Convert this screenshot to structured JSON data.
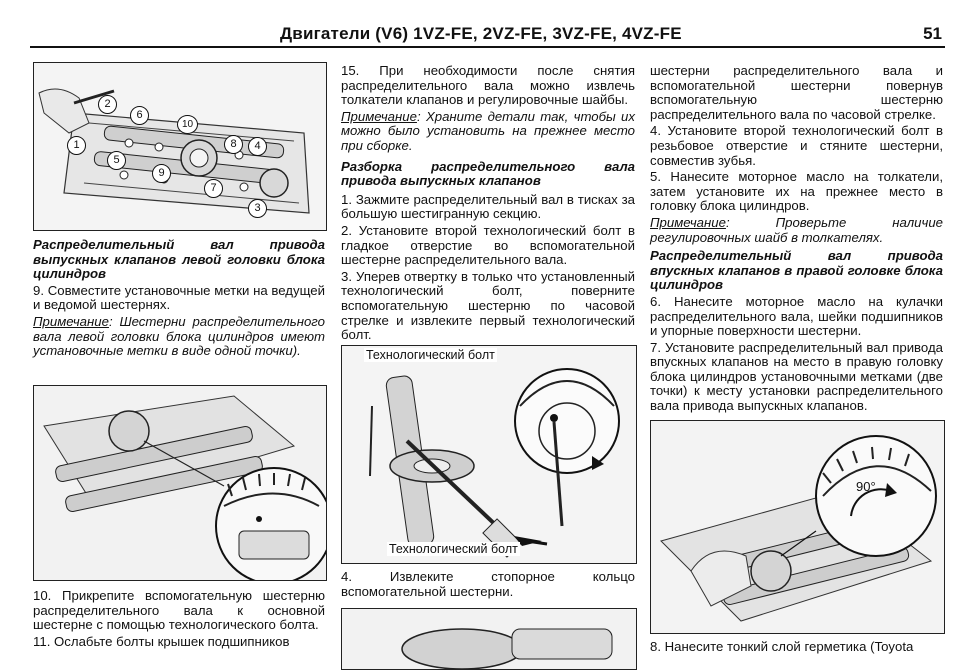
{
  "header": {
    "title": "Двигатели (V6) 1VZ-FE, 2VZ-FE, 3VZ-FE, 4VZ-FE",
    "page_number": "51"
  },
  "col1": {
    "fig1_callouts": [
      "1",
      "2",
      "3",
      "4",
      "5",
      "6",
      "7",
      "8",
      "9",
      "10"
    ],
    "fig1_caption": "Распределительный вал привода выпускных клапанов левой головки блока цилиндров",
    "step9": "9. Совместите установочные метки на ведущей и ведомой шестернях.",
    "note_label": "Примечание",
    "note_text": ": Шестерни распределительного вала левой головки блока цилиндров имеют установочные метки в виде одной точки).",
    "step10": "10. Прикрепите вспомогательную шестерню распределительного вала к основной шестерне с помощью технологического болта.",
    "step11": "11. Ослабьте болты крышек подшипников"
  },
  "col2": {
    "step15": "15. При необходимости после снятия распределительного вала можно извлечь толкатели клапанов и регулировочные шайбы.",
    "note_label": "Примечание",
    "note_text": ": Храните детали так, чтобы их можно было установить на прежнее место при сборке.",
    "section_title": "Разборка распределительного вала привода выпускных клапанов",
    "step1": "1. Зажмите распределительный вал в тисках за большую шестигранную секцию.",
    "step2": "2. Установите второй технологический болт в гладкое отверстие во вспомогательной шестерне распределительного вала.",
    "step3": "3. Уперев отвертку в только что установленный технологический болт, поверните вспомогательную шестерню по часовой стрелке и извлеките первый технологический болт.",
    "fig_label_top": "Технологический болт",
    "fig_label_bottom": "Технологический болт",
    "step4": "4. Извлеките стопорное кольцо вспомогательной шестерни."
  },
  "col3": {
    "cont": "шестерни распределительного вала и вспомогательной шестерни повернув вспомогательную шестерню распределительного вала по часовой стрелке.",
    "step4": "4. Установите второй технологический болт в резьбовое отверстие и стяните шестерни, совместив зубья.",
    "step5": "5. Нанесите моторное масло на толкатели, затем установите их на прежнее место в головку блока цилиндров.",
    "note_label": "Примечание",
    "note_text": ": Проверьте наличие регулировочных шайб в толкателях.",
    "section_title": "Распределительный вал привода впускных клапанов в правой головке блока цилиндров",
    "step6": "6. Нанесите моторное масло на кулачки распределительного вала, шейки подшипников и упорные поверхности шестерни.",
    "step7": "7. Установите распределительный вал привода впускных клапанов на место в правую головку блока цилиндров установочными метками (две точки) к месту установки распределительного вала привода выпускных клапанов.",
    "fig_angle": "90°",
    "step8": "8. Нанесите тонкий слой герметика (Toyota"
  }
}
